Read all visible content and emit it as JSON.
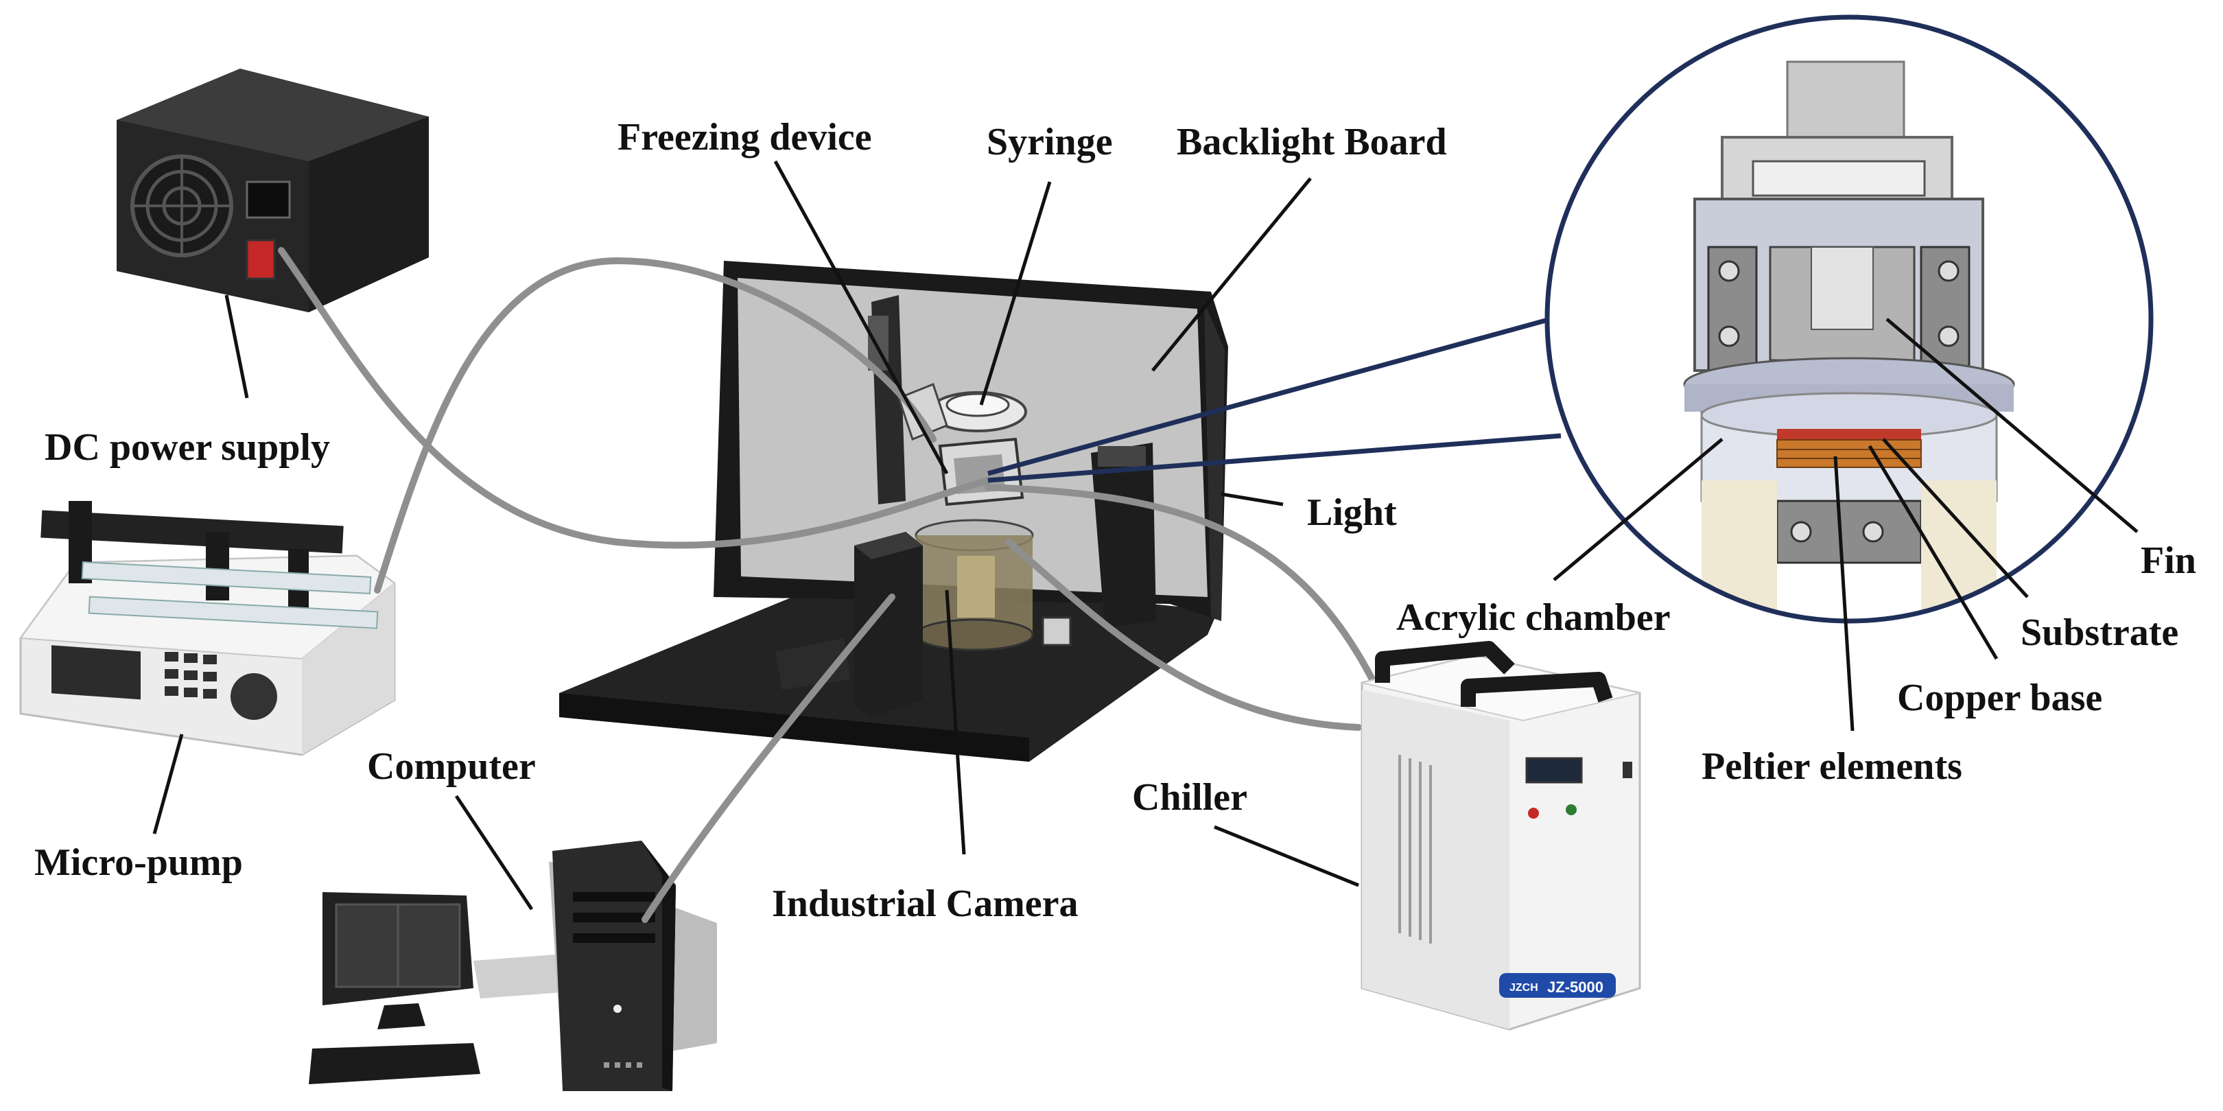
{
  "labels": {
    "freezing_device": "Freezing device",
    "syringe": "Syringe",
    "backlight_board": "Backlight Board",
    "dc_power_supply": "DC power supply",
    "light": "Light",
    "micro_pump": "Micro-pump",
    "computer": "Computer",
    "industrial_camera": "Industrial Camera",
    "chiller": "Chiller",
    "acrylic_chamber": "Acrylic chamber",
    "fin": "Fin",
    "substrate": "Substrate",
    "copper_base": "Copper base",
    "peltier_elements": "Peltier elements"
  },
  "device_text": {
    "chiller_brand": "JZCH",
    "chiller_model": "JZ-5000"
  },
  "colors": {
    "leader_line": "#111111",
    "tube": "#8f8f8f",
    "zoom_outline": "#1f2f5a",
    "peltier": "#c0392b",
    "copper": "#c9782c"
  }
}
